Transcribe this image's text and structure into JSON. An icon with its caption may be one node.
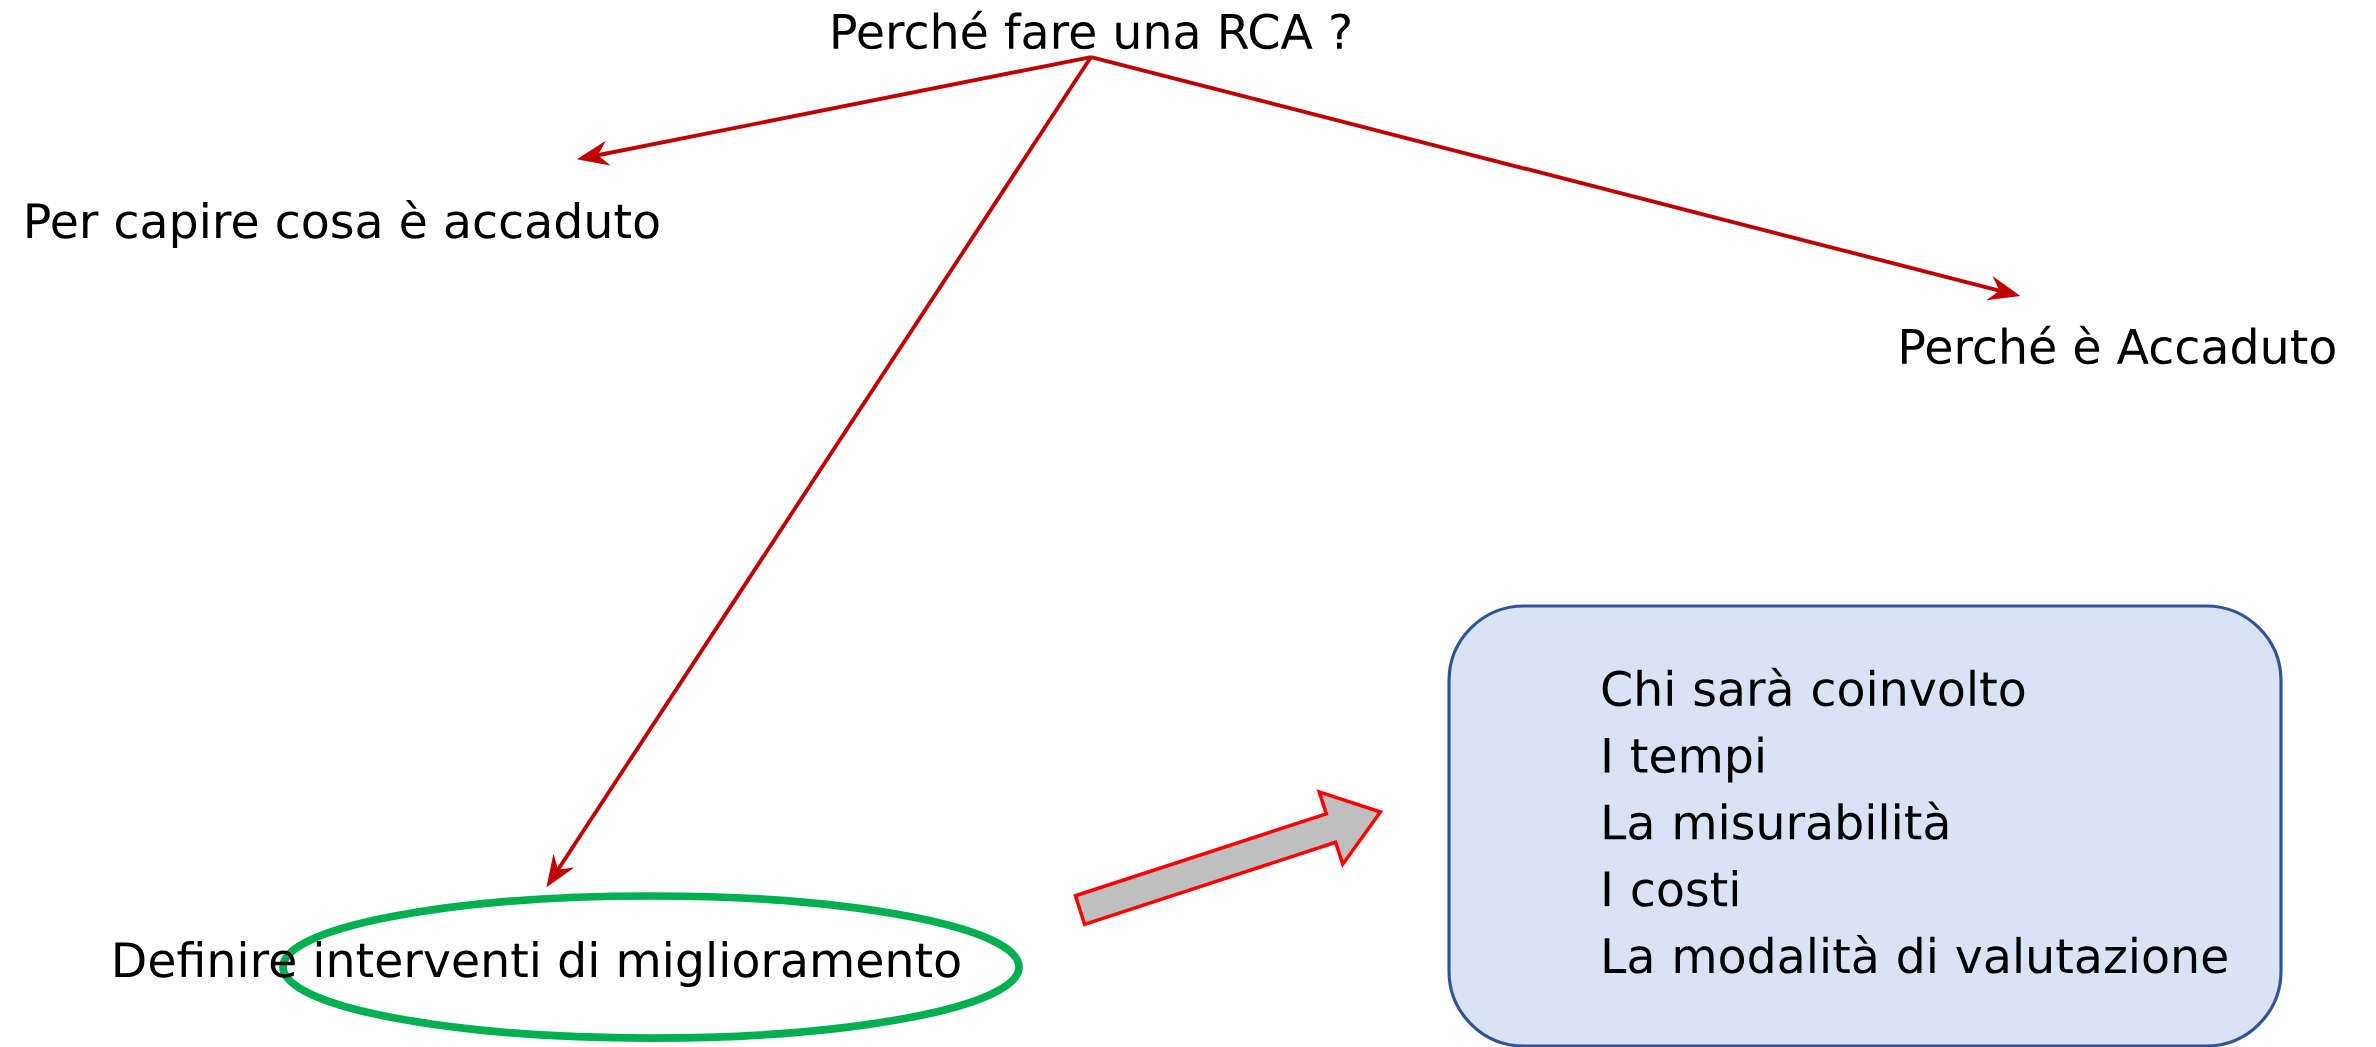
{
  "diagram": {
    "nodes": [
      {
        "text": [
          "Perché fare una RCA ?"
        ]
      },
      {
        "text": [
          "Per capire cosa è accaduto"
        ]
      },
      {
        "text": [
          "Perché è Accaduto"
        ]
      },
      {
        "text": [
          "Definire interventi di miglioramento"
        ]
      },
      {
        "text": [
          "Chi sarà coinvolto",
          "I tempi",
          "La misurabilità",
          "I costi",
          "La modalità di valutazione"
        ]
      }
    ],
    "edges": [
      {
        "from": 0,
        "to": 1,
        "arrow": "to"
      },
      {
        "from": 0,
        "to": 2,
        "arrow": "to"
      },
      {
        "from": 0,
        "to": 3,
        "arrow": "to"
      },
      {
        "from": 3,
        "to": 4,
        "arrow": "to",
        "style": "thick",
        "color": "#ff0000"
      }
    ]
  }
}
